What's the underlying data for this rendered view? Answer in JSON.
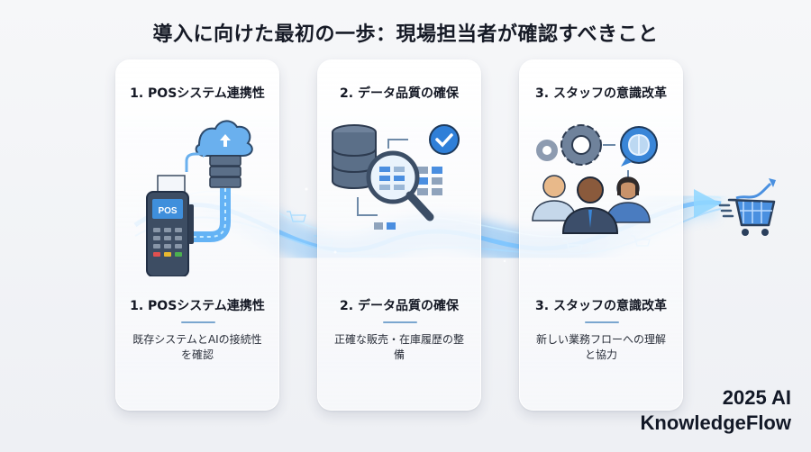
{
  "page": {
    "title": "導入に向けた最初の一歩：現場担当者が確認すべきこと"
  },
  "cards": [
    {
      "heading_top": "1. POSシステム連携性",
      "illustration": "pos-terminal-to-cloud-server-icon",
      "heading_bottom": "1. POSシステム連携性",
      "description": "既存システムとAIの接続性を確認",
      "screen_label": "POS"
    },
    {
      "heading_top": "2. データ品質の確保",
      "illustration": "database-magnifier-check-icon",
      "heading_bottom": "2. データ品質の確保",
      "description": "正確な販売・在庫履歴の整備"
    },
    {
      "heading_top": "3. スタッフの意識改革",
      "illustration": "staff-gears-brain-icon",
      "heading_bottom": "3. スタッフの意識改革",
      "description": "新しい業務フローへの理解と協力"
    }
  ],
  "flow": {
    "decoration": "glowing-data-wave-with-shopping-carts",
    "goal_icon": "shopping-cart-growth-icon"
  },
  "brand": {
    "line1": "2025 AI",
    "line2": "KnowledgeFlow"
  },
  "colors": {
    "accent_blue": "#3b82d6",
    "wave_glow": "#7cc4ff",
    "text_dark": "#161a26",
    "rule": "#7aa6cf"
  }
}
